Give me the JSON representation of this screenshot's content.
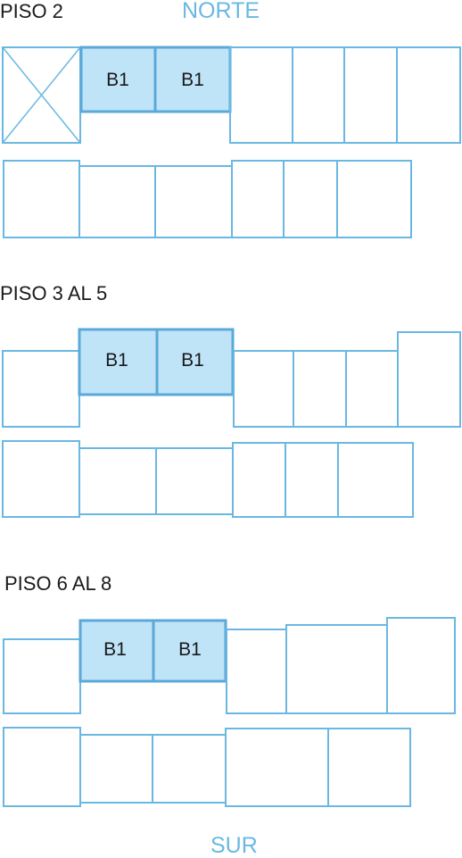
{
  "orientation": {
    "north": "NORTE",
    "south": "SUR"
  },
  "floors": [
    {
      "label": "PISO 2"
    },
    {
      "label": "PISO 3 AL 5"
    },
    {
      "label": "PISO 6 AL 8"
    }
  ],
  "unit_label": "B1",
  "colors": {
    "outline": "#6ab8e2",
    "highlight_fill": "#bfe3f7",
    "highlight_stroke": "#5aa9d9",
    "text": "#1a1a1a",
    "compass_text": "#6ab8e2"
  }
}
